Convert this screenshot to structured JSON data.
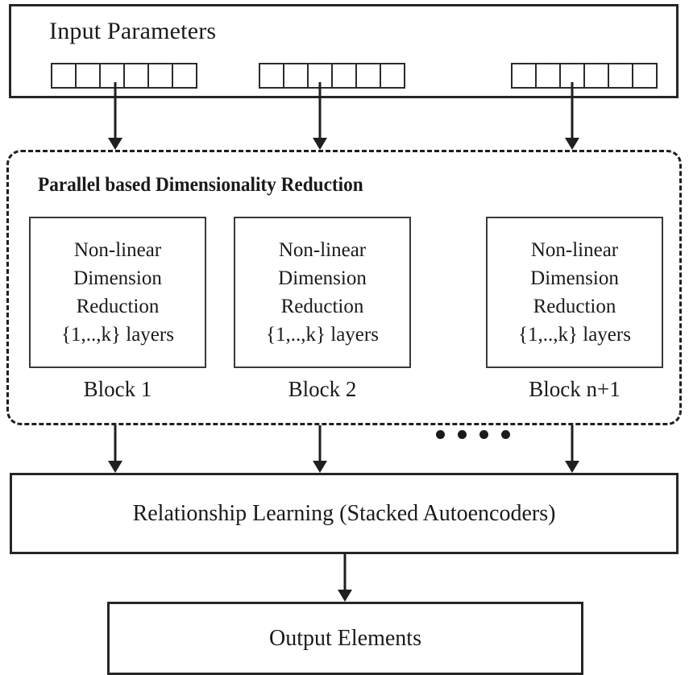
{
  "diagram": {
    "title_hidden": "",
    "input_panel": {
      "title": "Input Parameters",
      "groups": [
        {
          "name": "group-1",
          "cells": 6
        },
        {
          "name": "group-2",
          "cells": 6
        },
        {
          "name": "group-3",
          "cells": 6
        }
      ]
    },
    "pdr_panel": {
      "title": "Parallel based Dimensionality Reduction",
      "border_style": "dashed",
      "blocks": [
        {
          "caption": "Block 1",
          "lines": [
            "Non-linear",
            "Dimension",
            "Reduction",
            "{1,..,k} layers"
          ]
        },
        {
          "caption": "Block 2",
          "lines": [
            "Non-linear",
            "Dimension",
            "Reduction",
            "{1,..,k} layers"
          ]
        },
        {
          "caption": "Block n+1",
          "lines": [
            "Non-linear",
            "Dimension",
            "Reduction",
            "{1,..,k} layers"
          ]
        }
      ],
      "ellipsis_dots": 4
    },
    "relationship_box": {
      "label": "Relationship Learning (Stacked Autoencoders)"
    },
    "output_box": {
      "label": "Output Elements"
    },
    "colors": {
      "stroke": "#262626",
      "thin_stroke": "#3a3a3a",
      "arrow": "#1f1f1f",
      "background": "#ffffff",
      "text": "#1a1a1a"
    }
  }
}
